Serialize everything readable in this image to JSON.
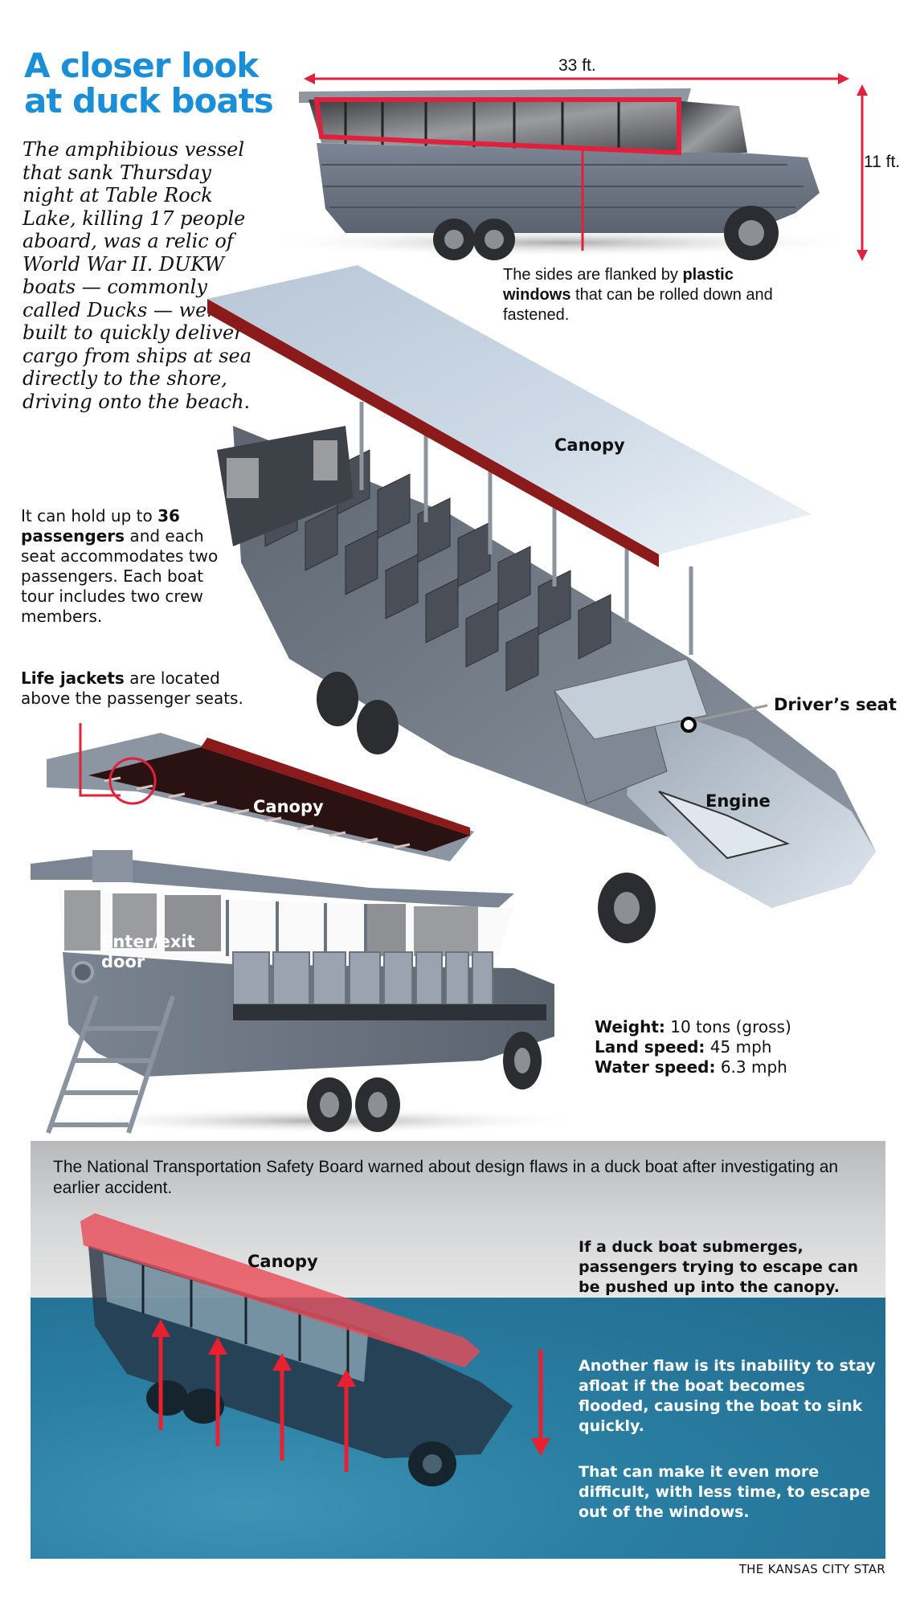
{
  "header": {
    "title_line1": "A closer look",
    "title_line2": "at duck boats"
  },
  "intro": {
    "text": "The amphibious vessel that sank Thursday night at Table Rock Lake, killing 17 people aboard, was a relic of World War II. DUKW boats — commonly called Ducks — were built to quickly deliver cargo from ships at sea directly to the shore, driving onto the beach."
  },
  "dimensions": {
    "length": "33 ft.",
    "height": "11 ft."
  },
  "windows_note": {
    "pre": "The sides are flanked by ",
    "bold": "plastic windows",
    "post": " that can be rolled down and fastened."
  },
  "capacity_note": {
    "pre": "It can hold up to ",
    "bold": "36 passengers",
    "post": " and each seat accommodates two passengers. Each boat tour includes two crew members."
  },
  "lifejacket_note": {
    "bold": "Life jackets",
    "post": " are located above the passenger seats."
  },
  "labels": {
    "canopy_top": "Canopy",
    "canopy_under": "Canopy",
    "drivers_seat": "Driver’s seat",
    "engine": "Engine",
    "enter_exit_door_line1": "Enter/exit",
    "enter_exit_door_line2": "door"
  },
  "specs": [
    {
      "label": "Weight:",
      "value": "10 tons (gross)"
    },
    {
      "label": "Land speed:",
      "value": "45 mph"
    },
    {
      "label": "Water speed:",
      "value": "6.3 mph"
    }
  ],
  "ntsb": {
    "intro": "The National Transportation Safety Board warned about design flaws in a duck boat after investigating an earlier accident.",
    "canopy_label": "Canopy",
    "point1": "If a duck boat submerges, passengers trying to escape can be pushed up into the canopy.",
    "point2": "Another flaw is its inability to stay afloat if the boat becomes flooded, causing the boat to sink quickly.",
    "point3": "That can make it even more difficult, with less time, to escape out of the windows."
  },
  "credit": "THE KANSAS CITY STAR",
  "colors": {
    "title_blue": "#1a8fd8",
    "accent_red": "#e0203c",
    "hull_gray": "#6b7380",
    "canopy_light": "#c9d6e3",
    "water_teal": "#2a7fa3"
  }
}
